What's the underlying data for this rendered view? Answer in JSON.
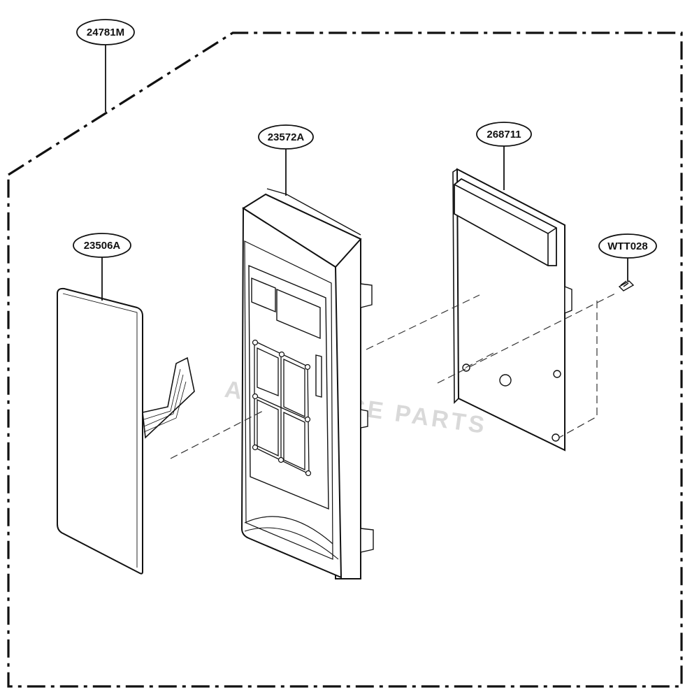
{
  "callouts": {
    "assembly": "24781M",
    "touch_panel": "23506A",
    "control_housing": "23572A",
    "pcb": "268711",
    "screw": "WTT028"
  },
  "watermark": "APPLIANCE PARTS",
  "colors": {
    "line": "#111111",
    "fill": "#ffffff",
    "light": "#f2f2f2"
  }
}
